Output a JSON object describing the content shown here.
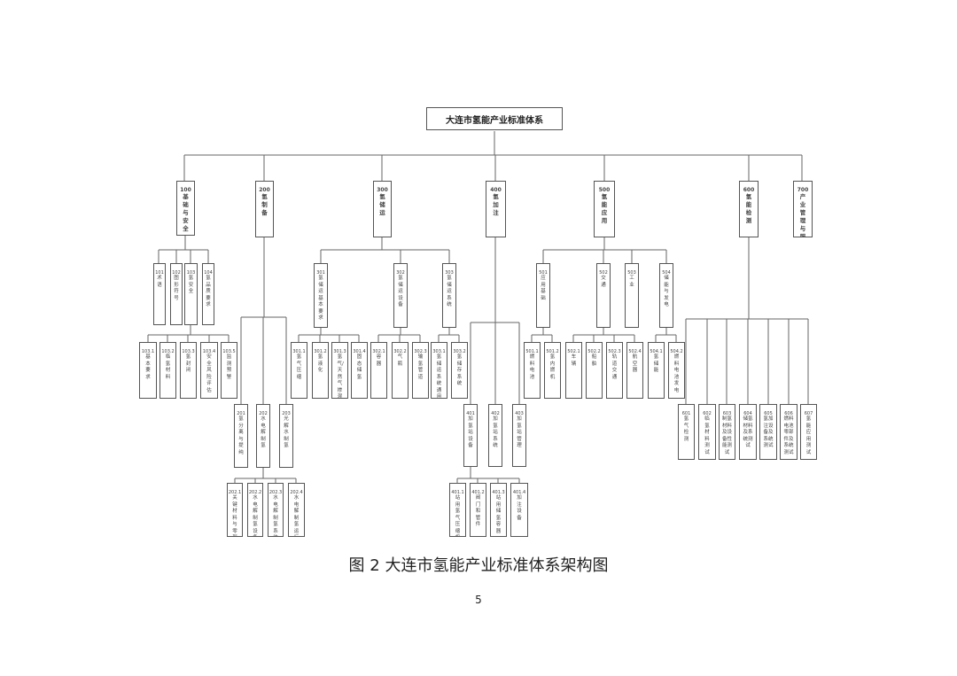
{
  "root": "大连市氢能产业标准体系",
  "nodes": [
    {
      "code": "100",
      "label": "基础与安全"
    },
    {
      "code": "200",
      "label": "氢制备"
    },
    {
      "code": "300",
      "label": "氢储运"
    },
    {
      "code": "400",
      "label": "氢加注"
    },
    {
      "code": "500",
      "label": "氢能应用"
    },
    {
      "code": "600",
      "label": "氢能检测"
    },
    {
      "code": "700",
      "label": "产业管理与服务"
    },
    {
      "code": "101",
      "label": "术语"
    },
    {
      "code": "102",
      "label": "图形符号"
    },
    {
      "code": "103",
      "label": "氢安全"
    },
    {
      "code": "104",
      "label": "氢品质要求"
    },
    {
      "code": "103.1",
      "label": "基本要求"
    },
    {
      "code": "103.2",
      "label": "临氢材料"
    },
    {
      "code": "103.3",
      "label": "氢封闭"
    },
    {
      "code": "103.4",
      "label": "安全风险评估"
    },
    {
      "code": "103.5",
      "label": "监测预警"
    },
    {
      "code": "201",
      "label": "氢分离与提纯"
    },
    {
      "code": "202",
      "label": "水电解制氢"
    },
    {
      "code": "203",
      "label": "光解水制氢"
    },
    {
      "code": "202.1",
      "label": "关键材料与零部件"
    },
    {
      "code": "202.2",
      "label": "水电解制氢设备"
    },
    {
      "code": "202.3",
      "label": "水电解制氢系统"
    },
    {
      "code": "202.4",
      "label": "水电解制氢运行管理"
    },
    {
      "code": "301",
      "label": "氢储运基本要求"
    },
    {
      "code": "302",
      "label": "氢储运设备"
    },
    {
      "code": "303",
      "label": "氢储运系统"
    },
    {
      "code": "301.1",
      "label": "氢气压缩"
    },
    {
      "code": "301.2",
      "label": "氢液化"
    },
    {
      "code": "301.3",
      "label": "氢气/天然气掺混"
    },
    {
      "code": "301.4",
      "label": "固态储氢"
    },
    {
      "code": "302.1",
      "label": "容器"
    },
    {
      "code": "302.2",
      "label": "气瓶"
    },
    {
      "code": "302.3",
      "label": "输氢管道"
    },
    {
      "code": "303.1",
      "label": "氢储运系统通用要求"
    },
    {
      "code": "303.2",
      "label": "氢储存系统"
    },
    {
      "code": "401",
      "label": "加氢站设备"
    },
    {
      "code": "402",
      "label": "加氢站系统"
    },
    {
      "code": "403",
      "label": "加氢站管理"
    },
    {
      "code": "401.1",
      "label": "站用氢气压缩机"
    },
    {
      "code": "401.2",
      "label": "阀门和管件"
    },
    {
      "code": "401.3",
      "label": "站用储氢容器"
    },
    {
      "code": "401.4",
      "label": "加注设备"
    },
    {
      "code": "501",
      "label": "应用基础"
    },
    {
      "code": "502",
      "label": "交通"
    },
    {
      "code": "503",
      "label": "工业"
    },
    {
      "code": "504",
      "label": "储能与发电"
    },
    {
      "code": "501.1",
      "label": "燃料电池"
    },
    {
      "code": "501.2",
      "label": "氢内燃机"
    },
    {
      "code": "502.1",
      "label": "车辆"
    },
    {
      "code": "502.2",
      "label": "船舶"
    },
    {
      "code": "502.3",
      "label": "轨道交通"
    },
    {
      "code": "502.4",
      "label": "航空器"
    },
    {
      "code": "504.1",
      "label": "氢储能"
    },
    {
      "code": "504.2",
      "label": "燃料电池发电"
    },
    {
      "code": "601",
      "label": "氢气检测"
    },
    {
      "code": "602",
      "label": "临氢材料测试"
    },
    {
      "code": "603",
      "label": "制氢材料及设备性能测试"
    },
    {
      "code": "604",
      "label": "储氢材料及系统测试"
    },
    {
      "code": "605",
      "label": "氢加注设备及系统测试"
    },
    {
      "code": "606",
      "label": "燃料电池零部件及系统测试"
    },
    {
      "code": "607",
      "label": "氢能应用测试"
    }
  ],
  "caption": "图 2 大连市氢能产业标准体系架构图",
  "page_number": "5"
}
